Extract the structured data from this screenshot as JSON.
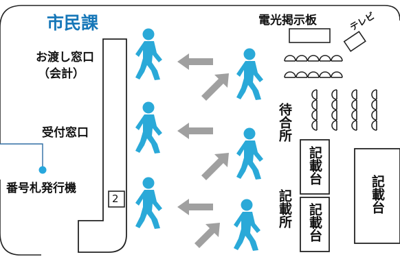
{
  "title": "市民課",
  "labels": {
    "counter_payment_line1": "お渡し窓口",
    "counter_payment_line2": "（会計）",
    "reception_counter": "受付窓口",
    "ticket_machine": "番号札発行機",
    "window_number": "2",
    "display_board": "電光掲示板",
    "tv": "テレビ",
    "waiting_area": "待合所",
    "writing_area": "記載所",
    "writing_desk": "記載台"
  },
  "colors": {
    "title": "#1677b8",
    "person": "#2aa9d8",
    "arrow": "#a0a0a0",
    "outline": "#222222",
    "dot": "#27a7dd"
  },
  "icons": [
    "person-icon",
    "arrow-left-icon",
    "arrow-up-right-icon",
    "chair-icon",
    "tv-icon"
  ]
}
